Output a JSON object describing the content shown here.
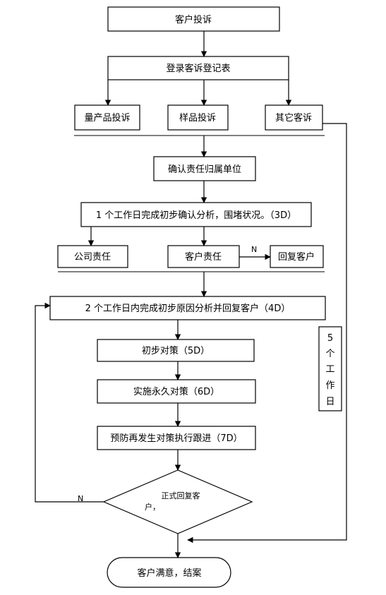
{
  "nodes": {
    "complaint": "客户投诉",
    "register": "登录客诉登记表",
    "mass_product": "量产品投诉",
    "sample": "样品投诉",
    "other": "其它客诉",
    "confirm_unit": "确认责任归属单位",
    "analysis_3d": "1 个工作日完成初步确认分析，围堵状况。（3D）",
    "company_resp": "公司责任",
    "customer_resp": "客户责任",
    "reply_customer": "回复客户",
    "reply_4d": "2 个工作日内完成初步原因分析并回复客户（4D）",
    "measure_5d": "初步对策（5D）",
    "permanent_6d": "实施永久对策（6D）",
    "prevent_7d": "预防再发生对策执行跟进（7D）",
    "formal_reply_1": "正式回复客",
    "formal_reply_2": "户，",
    "satisfied": "客户满意，结案"
  },
  "side_note": [
    "5",
    "个",
    "工",
    "作",
    "日"
  ],
  "edge_labels": {
    "n_reply": "N",
    "n_loop": "N"
  }
}
